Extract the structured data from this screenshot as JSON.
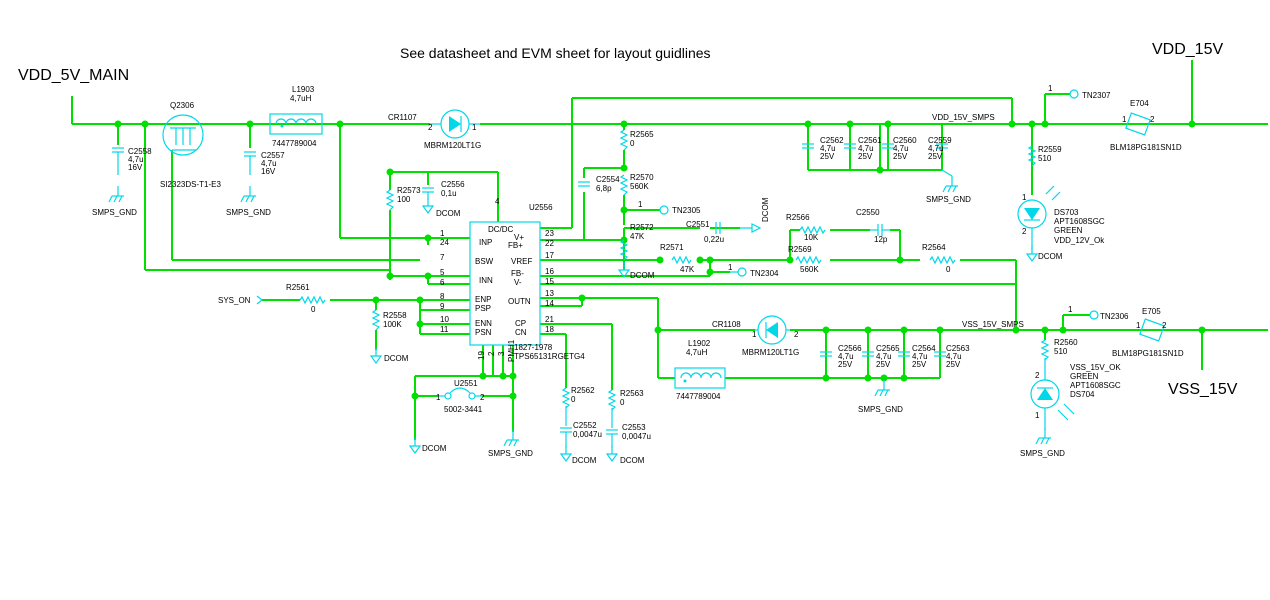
{
  "diagram": {
    "note": "See datasheet and EVM sheet for layout guidlines",
    "rails": {
      "vdd5_main": "VDD_5V_MAIN",
      "vdd15": "VDD_15V",
      "vss15": "VSS_15V"
    },
    "nets": {
      "vdd15_smps": "VDD_15V_SMPS",
      "vss15_smps": "VSS_15V_SMPS",
      "sys_on": "SYS_ON"
    },
    "grounds": {
      "smps": "SMPS_GND",
      "dcom": "DCOM"
    },
    "q2306": {
      "ref": "Q2306",
      "part": "SI2323DS-T1-E3"
    },
    "l1903": {
      "ref": "L1903",
      "val": "4,7uH",
      "part": "7447789004"
    },
    "l1902": {
      "ref": "L1902",
      "val": "4,7uH",
      "part": "7447789004"
    },
    "cr1107": {
      "ref": "CR1107",
      "part": "MBRM120LT1G",
      "p1": "2",
      "p2": "1"
    },
    "cr1108": {
      "ref": "CR1108",
      "part": "MBRM120LT1G",
      "p1": "1",
      "p2": "2"
    },
    "c2558": {
      "ref": "C2558",
      "val": "4,7u",
      "v": "16V"
    },
    "c2557": {
      "ref": "C2557",
      "val": "4,7u",
      "v": "16V"
    },
    "c2556": {
      "ref": "C2556",
      "val": "0,1u"
    },
    "c2554": {
      "ref": "C2554",
      "val": "6,8p"
    },
    "c2551": {
      "ref": "C2551",
      "val": "0,22u"
    },
    "c2550": {
      "ref": "C2550",
      "val": "12p"
    },
    "c2552": {
      "ref": "C2552",
      "val": "0,0047u"
    },
    "c2553": {
      "ref": "C2553",
      "val": "0,0047u"
    },
    "caps_top": [
      {
        "ref": "C2562",
        "val": "4,7u",
        "v": "25V"
      },
      {
        "ref": "C2561",
        "val": "4,7u",
        "v": "25V"
      },
      {
        "ref": "C2560",
        "val": "4,7u",
        "v": "25V"
      },
      {
        "ref": "C2559",
        "val": "4,7u",
        "v": "25V"
      }
    ],
    "caps_bot": [
      {
        "ref": "C2566",
        "val": "4,7u",
        "v": "25V"
      },
      {
        "ref": "C2565",
        "val": "4,7u",
        "v": "25V"
      },
      {
        "ref": "C2564",
        "val": "4,7u",
        "v": "25V"
      },
      {
        "ref": "C2563",
        "val": "4,7u",
        "v": "25V"
      }
    ],
    "r2573": {
      "ref": "R2573",
      "val": "100"
    },
    "r2565": {
      "ref": "R2565",
      "val": "0"
    },
    "r2570": {
      "ref": "R2570",
      "val": "560K"
    },
    "r2572": {
      "ref": "R2572",
      "val": "47K"
    },
    "r2571": {
      "ref": "R2571",
      "val": "47K"
    },
    "r2566": {
      "ref": "R2566",
      "val": "10K"
    },
    "r2569": {
      "ref": "R2569",
      "val": "560K"
    },
    "r2564": {
      "ref": "R2564",
      "val": "0"
    },
    "r2561": {
      "ref": "R2561",
      "val": "0"
    },
    "r2558": {
      "ref": "R2558",
      "val": "100K"
    },
    "r2562": {
      "ref": "R2562",
      "val": "0"
    },
    "r2563": {
      "ref": "R2563",
      "val": "0"
    },
    "r2559": {
      "ref": "R2559",
      "val": "510"
    },
    "r2560": {
      "ref": "R2560",
      "val": "510"
    },
    "tn2307": "TN2307",
    "tn2305": "TN2305",
    "tn2304": "TN2304",
    "tn2306": "TN2306",
    "e704": {
      "ref": "E704",
      "part": "BLM18PG181SN1D",
      "p1": "1",
      "p2": "2"
    },
    "e705": {
      "ref": "E705",
      "part": "BLM18PG181SN1D",
      "p1": "1",
      "p2": "2"
    },
    "ds703": {
      "ref": "DS703",
      "part": "APT1608SGC",
      "color": "GREEN",
      "label": "VDD_12V_Ok",
      "p1": "1",
      "p2": "2"
    },
    "ds704": {
      "ref": "DS704",
      "part": "APT1608SGC",
      "color": "GREEN",
      "label": "VSS_15V_OK",
      "p1": "1",
      "p2": "2"
    },
    "u2551": {
      "ref": "U2551",
      "part": "5002-3441",
      "p1": "1",
      "p2": "2"
    },
    "u2556": {
      "ref": "U2556",
      "title": "DC/DC",
      "part1": "1827-1978",
      "part2": "TPS65131RGETG4",
      "left": [
        {
          "num": "1",
          "name": ""
        },
        {
          "num": "24",
          "name": "INP"
        },
        {
          "num": "7",
          "name": "BSW"
        },
        {
          "num": "5",
          "name": ""
        },
        {
          "num": "6",
          "name": "INN"
        },
        {
          "num": "8",
          "name": "ENP"
        },
        {
          "num": "9",
          "name": "PSP"
        },
        {
          "num": "10",
          "name": "ENN"
        },
        {
          "num": "11",
          "name": "PSN"
        }
      ],
      "right": [
        {
          "num": "23",
          "name": "V+"
        },
        {
          "num": "22",
          "name": "FB+"
        },
        {
          "num": "17",
          "name": "VREF"
        },
        {
          "num": "16",
          "name": "FB-"
        },
        {
          "num": "15",
          "name": "V-"
        },
        {
          "num": "13",
          "name": ""
        },
        {
          "num": "14",
          "name": "OUTN"
        },
        {
          "num": "21",
          "name": "CP"
        },
        {
          "num": "18",
          "name": "CN"
        }
      ],
      "top_pin": "4",
      "bottom_pins": [
        "19",
        "2",
        "3",
        "PMH1"
      ]
    }
  }
}
